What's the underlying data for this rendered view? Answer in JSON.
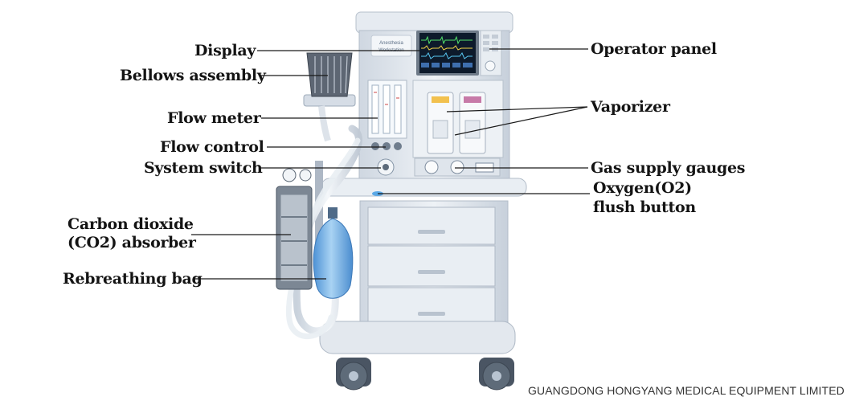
{
  "labels": {
    "display": "Display",
    "bellows_assembly": "Bellows assembly",
    "flow_meter": "Flow meter",
    "flow_control": "Flow control",
    "system_switch": "System switch",
    "co2_absorber_line1": "Carbon dioxide",
    "co2_absorber_line2": "(CO2) absorber",
    "rebreathing_bag": "Rebreathing bag",
    "operator_panel": "Operator panel",
    "vaporizer": "Vaporizer",
    "gas_supply_gauges": "Gas supply gauges",
    "oxygen_flush_line1": "Oxygen(O2)",
    "oxygen_flush_line2": "flush button"
  },
  "footer": {
    "company": "GUANGDONG HONGYANG MEDICAL EQUIPMENT LIMITED"
  },
  "colors": {
    "machine_body": "#dfe5ed",
    "machine_shadow": "#b9c3cf",
    "screen": "#0d1a2b",
    "bag": "#7ab8e8",
    "leader_line": "#1a1a1a"
  }
}
